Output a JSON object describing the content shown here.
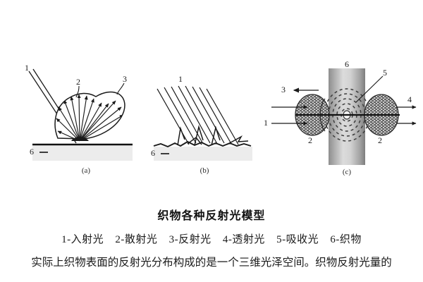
{
  "figure": {
    "panels": [
      {
        "id": "a",
        "caption": "(a)",
        "name": "diffuse-reflection-lobe-diagram",
        "labels": [
          {
            "text": "1",
            "role": "incident-light"
          },
          {
            "text": "2",
            "role": "scattered-light"
          },
          {
            "text": "3",
            "role": "reflected-light"
          },
          {
            "text": "6",
            "role": "fabric"
          }
        ]
      },
      {
        "id": "b",
        "caption": "(b)",
        "name": "parallel-rays-rough-surface-diagram",
        "labels": [
          {
            "text": "1",
            "role": "incident-light"
          },
          {
            "text": "6",
            "role": "fabric"
          }
        ]
      },
      {
        "id": "c",
        "caption": "(c)",
        "name": "transmission-absorption-diagram",
        "labels": [
          {
            "text": "1",
            "role": "incident-light"
          },
          {
            "text": "2",
            "role": "scattered-light-left"
          },
          {
            "text": "2",
            "role": "scattered-light-right"
          },
          {
            "text": "3",
            "role": "reflected-light"
          },
          {
            "text": "4",
            "role": "transmitted-light"
          },
          {
            "text": "5",
            "role": "absorbed-light"
          },
          {
            "text": "6",
            "role": "fabric"
          }
        ]
      }
    ]
  },
  "text": {
    "title": "织物各种反射光模型",
    "legend": [
      "1-入射光",
      "2-散射光",
      "3-反射光",
      "4-透射光",
      "5-吸收光",
      "6-织物"
    ],
    "body_line": "实际上织物表面的反射光分布构成的是一个三维光泽空间。织物反射光量的"
  },
  "colors": {
    "ink": "#1a1a1a",
    "fabric_fill": "#e9e9e9",
    "band_dark": "#8a8a8a",
    "band_light": "#d8d8d8",
    "page": "#ffffff"
  }
}
